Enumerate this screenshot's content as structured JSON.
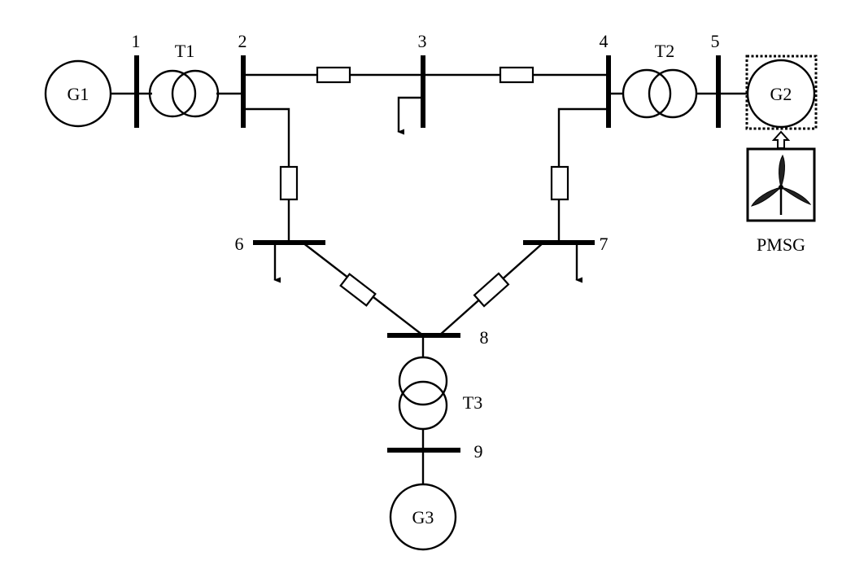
{
  "buses": {
    "b1": "1",
    "b2": "2",
    "b3": "3",
    "b4": "4",
    "b5": "5",
    "b6": "6",
    "b7": "7",
    "b8": "8",
    "b9": "9"
  },
  "generators": {
    "g1": "G1",
    "g2": "G2",
    "g3": "G3"
  },
  "transformers": {
    "t1": "T1",
    "t2": "T2",
    "t3": "T3"
  },
  "wind_turbine": {
    "label": "PMSG"
  },
  "icons": {
    "generator": "generator-icon",
    "transformer": "transformer-icon",
    "impedance": "line-impedance-icon",
    "load": "load-arrow-icon",
    "wind_turbine": "wind-turbine-icon"
  },
  "colors": {
    "stroke": "#000000",
    "background": "#ffffff"
  }
}
